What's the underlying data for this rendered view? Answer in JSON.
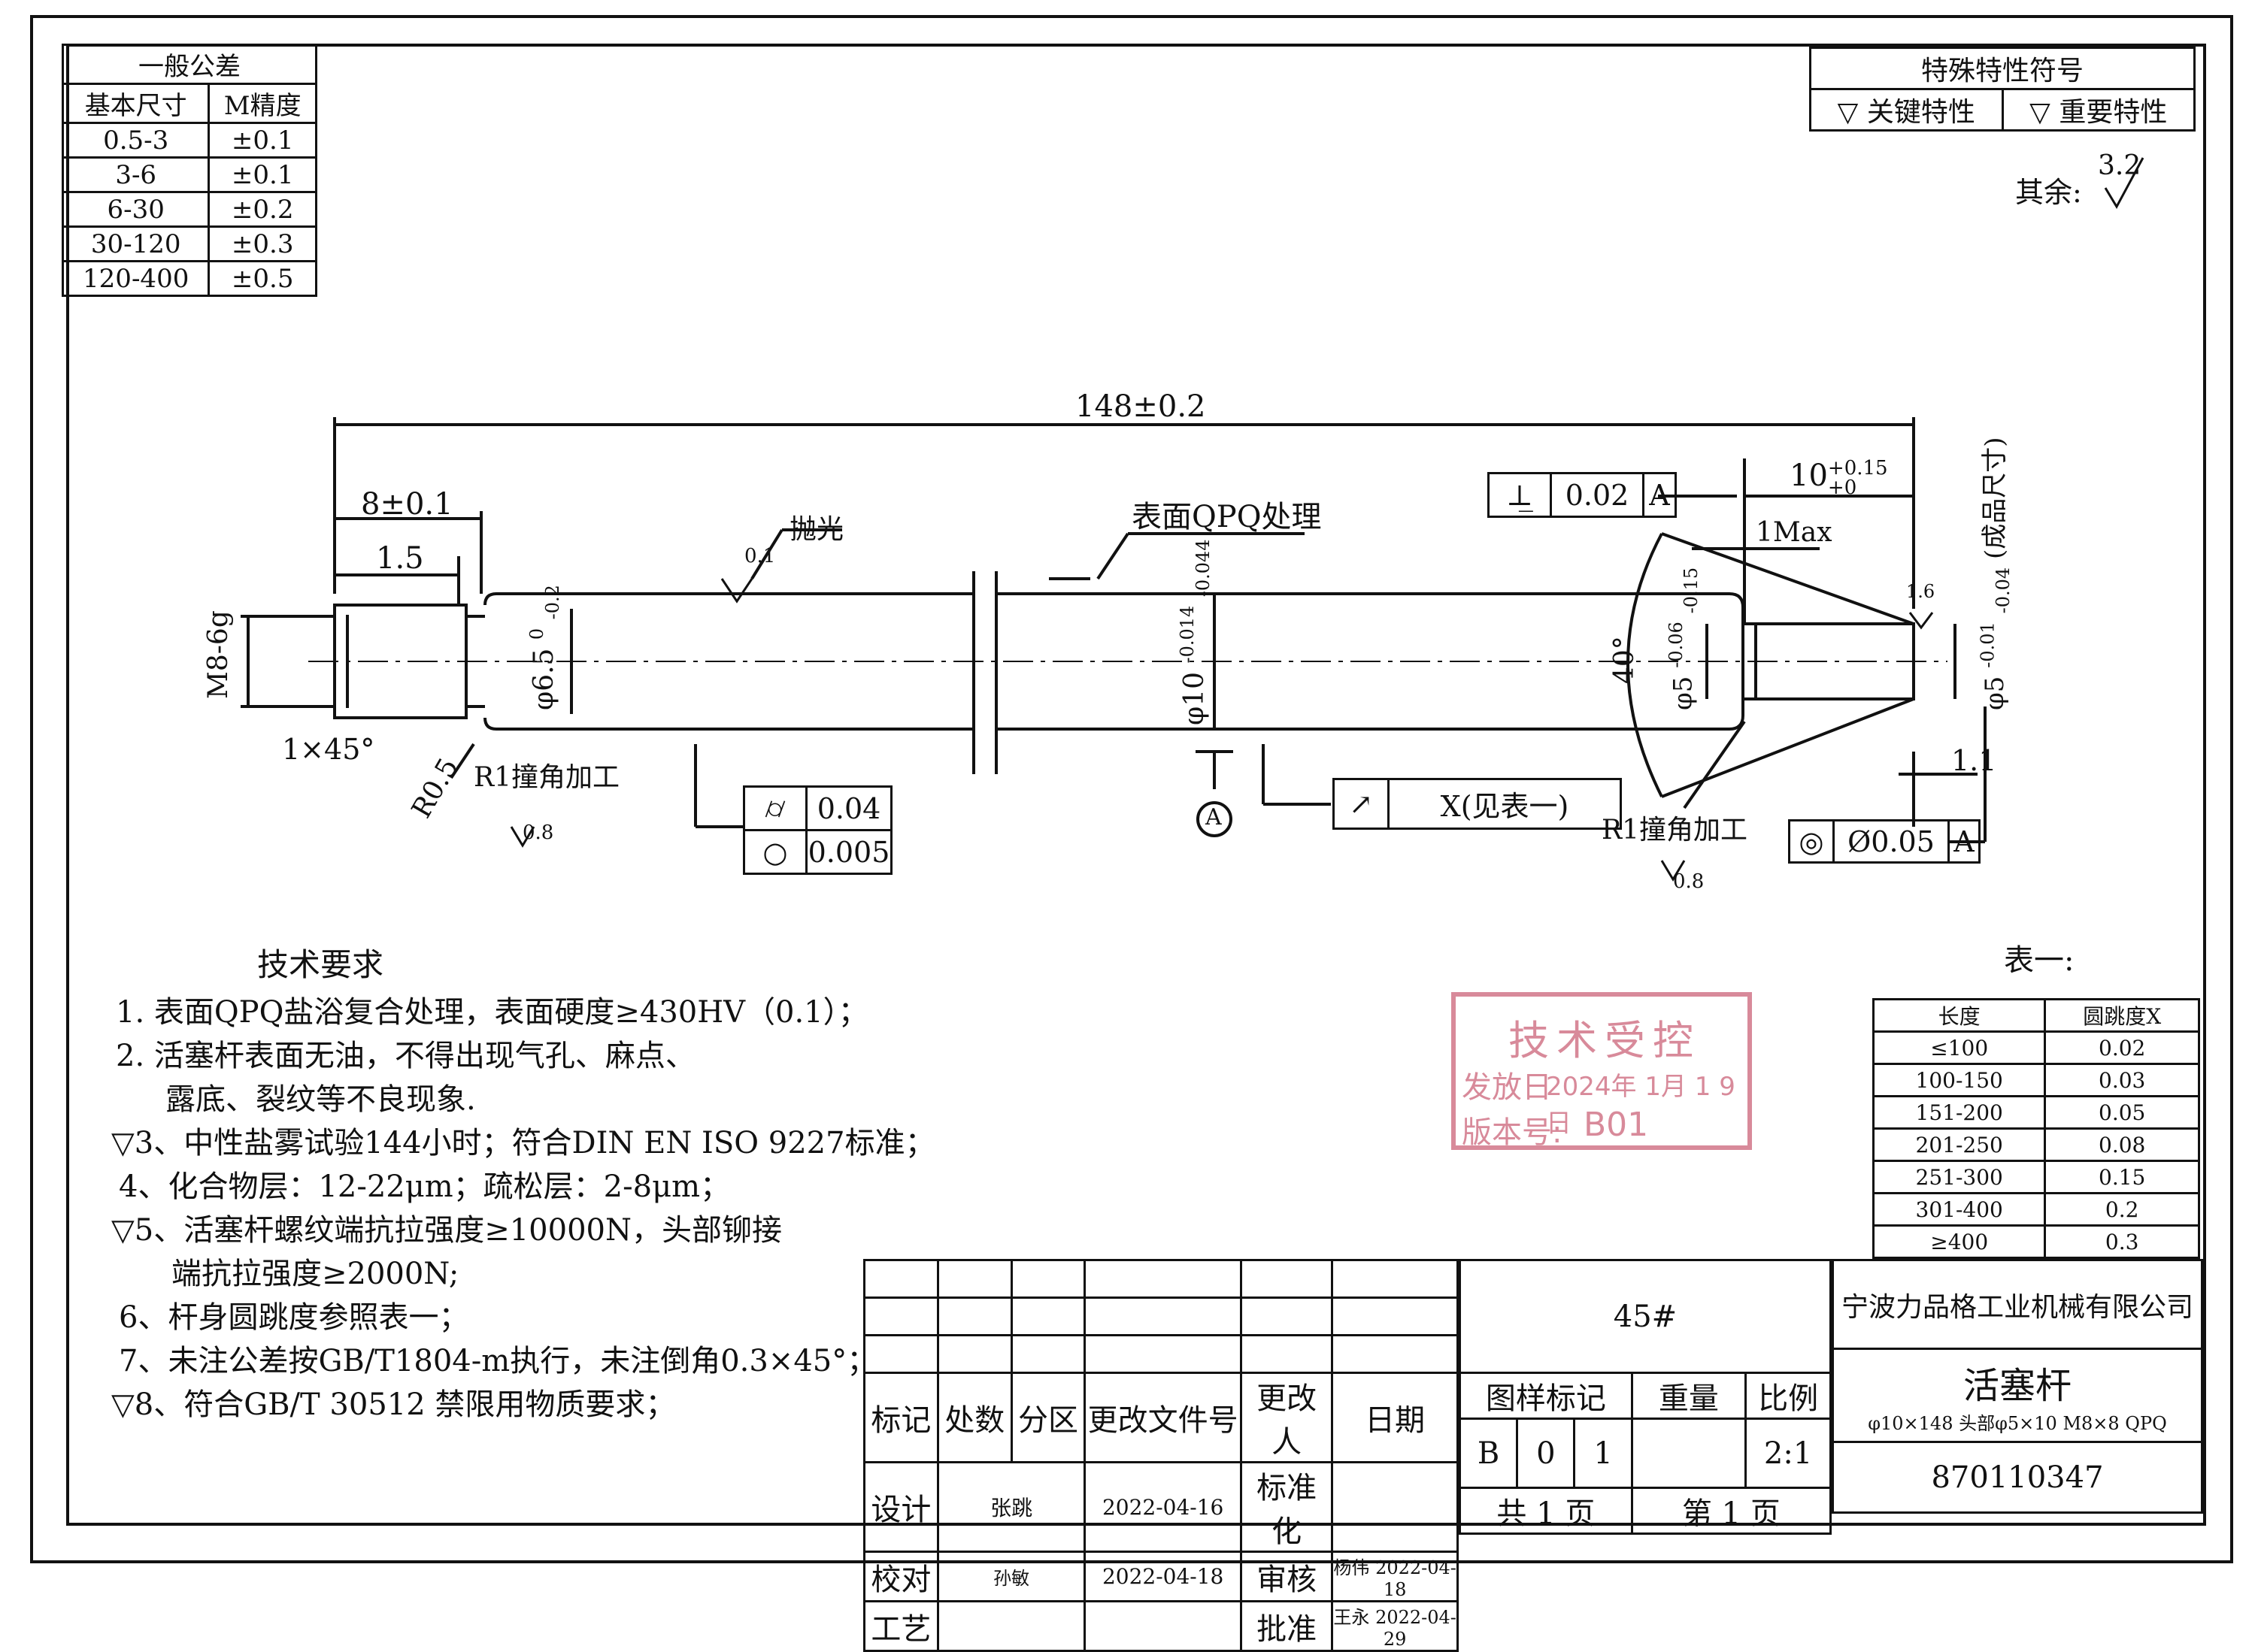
{
  "tolerance_table": {
    "title": "一般公差",
    "headers": [
      "基本尺寸",
      "M精度"
    ],
    "rows": [
      [
        "0.5-3",
        "±0.1"
      ],
      [
        "3-6",
        "±0.1"
      ],
      [
        "6-30",
        "±0.2"
      ],
      [
        "30-120",
        "±0.3"
      ],
      [
        "120-400",
        "±0.5"
      ]
    ]
  },
  "special_symbols": {
    "title": "特殊特性符号",
    "key": "关键特性",
    "important": "重要特性"
  },
  "roughness_rest": {
    "label": "其余:",
    "value": "3.2"
  },
  "dimensions": {
    "overall": "148±0.2",
    "thread_len": "8±0.1",
    "undercut": "1.5",
    "thread": "M8-6g",
    "chamfer": "1×45°",
    "radius": "R0.5",
    "dia_neck": "φ6.5",
    "dia_neck_tol_up": "0",
    "dia_neck_tol_low": "-0.2",
    "dia_body": "φ10",
    "dia_body_tol_up": "-0.014",
    "dia_body_tol_low": "-0.044",
    "angle": "40°",
    "dia_head": "φ5",
    "dia_head_tol_up": "-0.06",
    "dia_head_tol_low": "-0.15",
    "dia_tip": "φ5",
    "dia_tip_tol_up": "-0.01",
    "dia_tip_tol_low": "-0.04",
    "tip_note": "(成品尺寸)",
    "head_len": "10",
    "head_len_tol_up": "+0.15",
    "head_len_tol_low": "+0",
    "max_note": "1Max",
    "tip_len": "1.1",
    "polish": "抛光",
    "polish_ra": "0.1",
    "surface": "表面QPQ处理",
    "r1_left": "R1撞角加工",
    "r1_right": "R1撞角加工",
    "ra_08_left": "0.8",
    "ra_08_right": "0.8",
    "ra_16": "1.6",
    "datum": "A"
  },
  "gdt": {
    "parallel": {
      "value": "0.02",
      "datum": "A"
    },
    "cylindricity": "0.04",
    "roundness": "0.005",
    "runout": {
      "value": "X",
      "note": "(见表一)"
    },
    "concentricity": {
      "value": "Ø0.05",
      "datum": "A"
    }
  },
  "requirements": {
    "title": "技术要求",
    "items": [
      "1. 表面QPQ盐浴复合处理，表面硬度≥430HV（0.1）；",
      "2. 活塞杆表面无油，不得出现气孔、麻点、",
      "露底、裂纹等不良现象.",
      "3、中性盐雾试验144小时；符合DIN EN ISO 9227标准；",
      "4、化合物层：12-22μm；疏松层：2-8μm；",
      "5、活塞杆螺纹端抗拉强度≥10000N，头部铆接",
      "端抗拉强度≥2000N;",
      "6、杆身圆跳度参照表一；",
      "7、未注公差按GB/T1804-m执行，未注倒角0.3×45°；",
      "8、符合GB/T 30512 禁限用物质要求；"
    ]
  },
  "table1": {
    "title": "表一:",
    "headers": [
      "长度",
      "圆跳度X"
    ],
    "rows": [
      [
        "≤100",
        "0.02"
      ],
      [
        "100-150",
        "0.03"
      ],
      [
        "151-200",
        "0.05"
      ],
      [
        "201-250",
        "0.08"
      ],
      [
        "251-300",
        "0.15"
      ],
      [
        "301-400",
        "0.2"
      ],
      [
        "≥400",
        "0.3"
      ]
    ]
  },
  "stamp": {
    "line1": "技术受控",
    "date_label": "发放日",
    "date_value": "2024年 1月 1 9日",
    "version_label": "版本号:",
    "version_value": "B01"
  },
  "title_block": {
    "material": "45#",
    "company": "宁波力品格工业机械有限公司",
    "part_name": "活塞杆",
    "part_spec": "φ10×148 头部φ5×10 M8×8 QPQ",
    "drawing_no": "870110347",
    "rev_headers": [
      "标记",
      "处数",
      "分区",
      "更改文件号",
      "更改人",
      "日期"
    ],
    "design_label": "设计",
    "design_sign": "张跳",
    "design_date": "2022-04-16",
    "std_label": "标准化",
    "check_label": "校对",
    "check_sign": "孙敏",
    "check_date": "2022-04-18",
    "review_label": "审核",
    "review_sign": "杨伟",
    "review_date": "2022-04-18",
    "process_label": "工艺",
    "approve_label": "批准",
    "approve_sign": "王永",
    "approve_date": "2022-04-29",
    "mark_label": "图样标记",
    "weight_label": "重量",
    "scale_label": "比例",
    "mark_b": "B",
    "mark_0": "0",
    "mark_1": "1",
    "scale": "2:1",
    "total_pages": "共 1 页",
    "page_no": "第 1 页"
  }
}
